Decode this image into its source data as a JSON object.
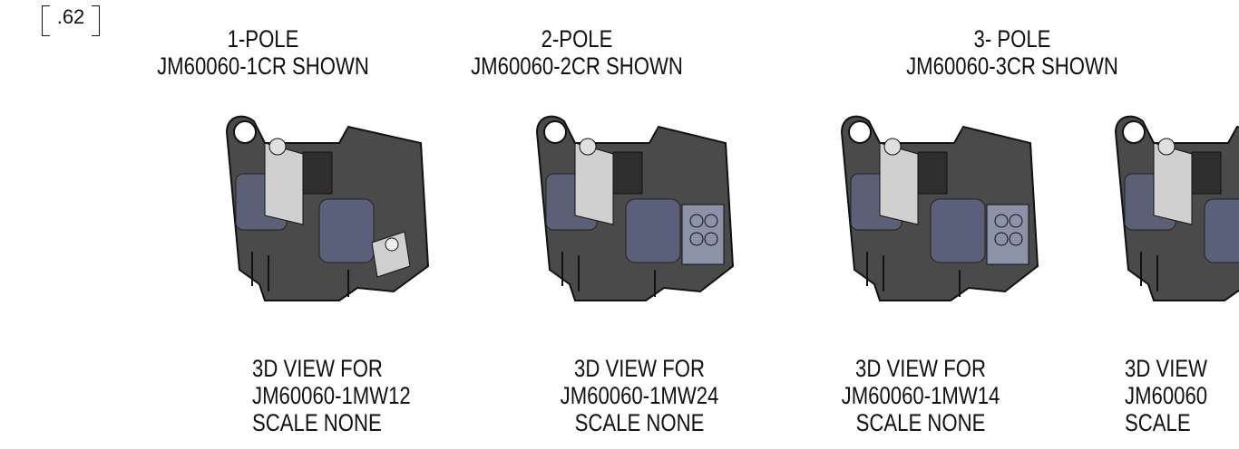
{
  "dimension_label": ".62",
  "groups": [
    {
      "title_line1": "1-POLE",
      "title_line2": "JM60060-1CR SHOWN"
    },
    {
      "title_line1": "2-POLE",
      "title_line2": "JM60060-2CR SHOWN"
    },
    {
      "title_line1": "3- POLE",
      "title_line2": "JM60060-3CR SHOWN"
    }
  ],
  "views": [
    {
      "line1": "3D VIEW FOR",
      "line2": "JM60060-1MW12",
      "line3": "SCALE  NONE"
    },
    {
      "line1": "3D VIEW FOR",
      "line2": "JM60060-1MW24",
      "line3": "SCALE  NONE"
    },
    {
      "line1": "3D VIEW FOR",
      "line2": "JM60060-1MW14",
      "line3": "SCALE  NONE"
    },
    {
      "line1": "3D VIEW",
      "line2": "JM60060",
      "line3": "SCALE"
    }
  ]
}
